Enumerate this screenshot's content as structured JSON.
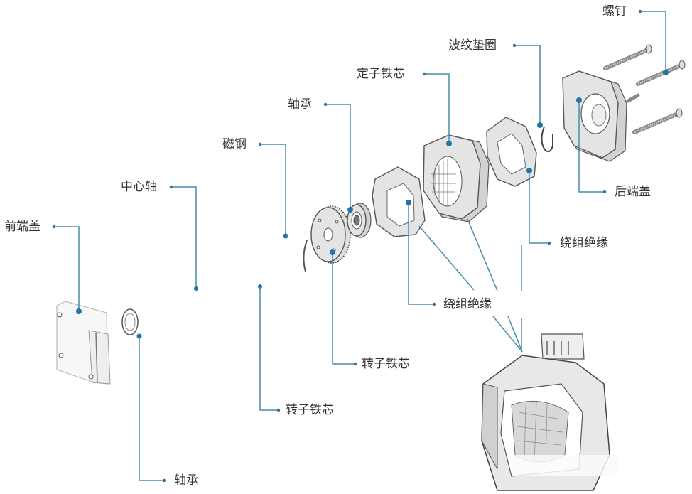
{
  "diagram": {
    "subject": "stepper motor exploded view",
    "accent_color": "#4a8cab",
    "dot_color": "#1f74a8",
    "labels": {
      "front_cover": "前端盖",
      "front_bearing": "轴承",
      "center_shaft": "中心轴",
      "magnet": "磁钢",
      "rear_bearing": "轴承",
      "rotor_core_upper": "转子铁芯",
      "rotor_core_lower": "转子铁芯",
      "stator_core": "定子铁芯",
      "wave_washer": "波纹垫圈",
      "screws": "螺钉",
      "rear_cover": "后端盖",
      "winding_insulation_right": "绕组绝缘",
      "winding_insulation_center": "绕组绝缘"
    }
  }
}
